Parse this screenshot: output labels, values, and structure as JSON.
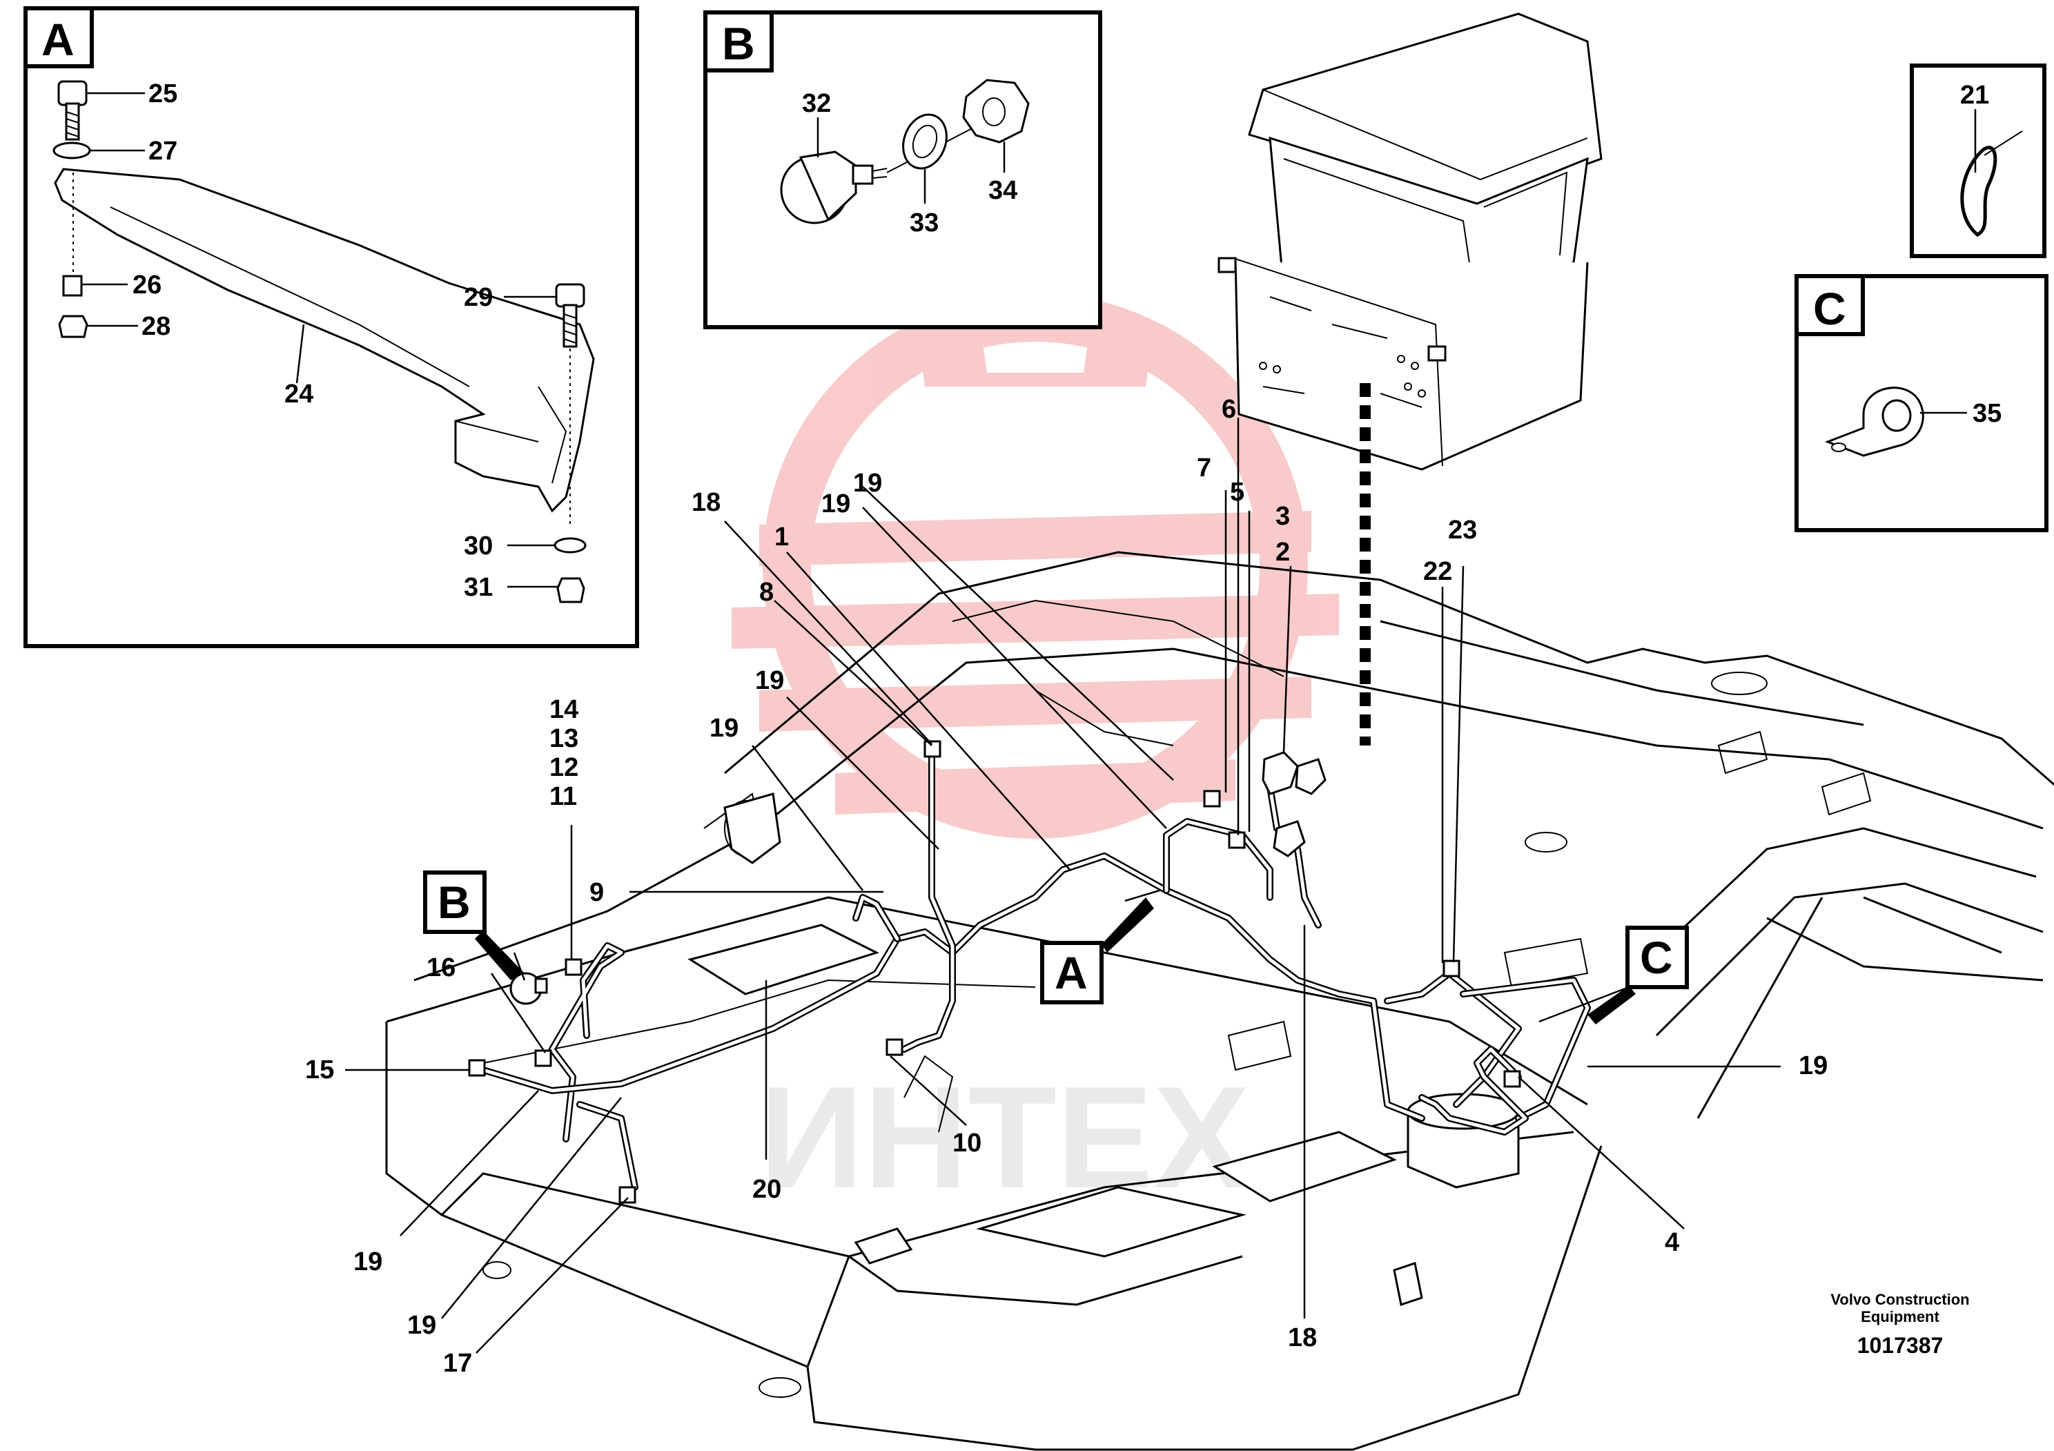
{
  "detail_boxes": [
    {
      "letter": "A"
    },
    {
      "letter": "B"
    },
    {
      "letter": "C"
    }
  ],
  "callouts": {
    "c25": "25",
    "c27": "27",
    "c26": "26",
    "c28": "28",
    "c24": "24",
    "c29": "29",
    "c30": "30",
    "c31": "31",
    "c32": "32",
    "c33": "33",
    "c34": "34",
    "c21": "21",
    "c35": "35",
    "c6": "6",
    "c7": "7",
    "c5": "5",
    "c3": "3",
    "c2": "2",
    "c18a": "18",
    "c1": "1",
    "c19a": "19",
    "c19b": "19",
    "c8": "8",
    "c19c": "19",
    "c19d": "19",
    "c14": "14",
    "c13": "13",
    "c12": "12",
    "c11": "11",
    "c9": "9",
    "c16": "16",
    "c15": "15",
    "c10": "10",
    "c20": "20",
    "c19e": "19",
    "c19f": "19",
    "c17": "17",
    "c18b": "18",
    "c23": "23",
    "c22": "22",
    "c19g": "19",
    "c4": "4"
  },
  "view_markers": {
    "A": "A",
    "B": "B",
    "C": "C"
  },
  "watermark": "ИНТЕХ",
  "caption": {
    "line1": "Volvo Construction",
    "line2": "Equipment"
  },
  "drawing_number": "1017387",
  "colors": {
    "watermark_red": "#f4a0a0",
    "watermark_grey": "#e6e6e6",
    "ink": "#000000"
  }
}
